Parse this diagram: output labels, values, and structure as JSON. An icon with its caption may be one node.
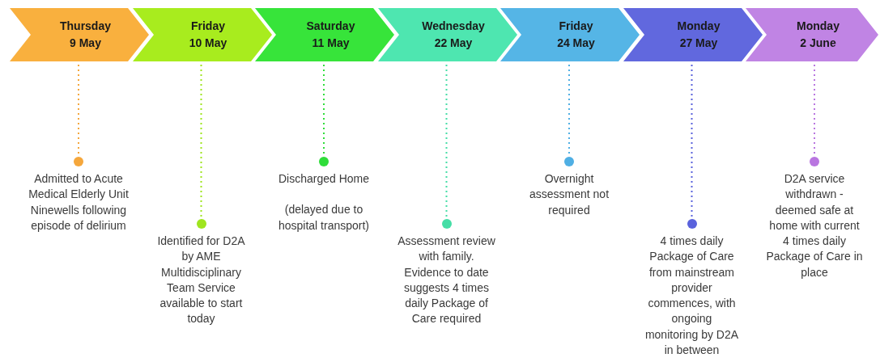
{
  "diagram": {
    "nodes": [
      {
        "text": [
          "Thursday 9 May"
        ]
      },
      {
        "text": [
          "Friday 10 May"
        ]
      },
      {
        "text": [
          "Saturday 11 May"
        ]
      },
      {
        "text": [
          "Wednesday 22 May"
        ]
      },
      {
        "text": [
          "Friday 24 May"
        ]
      },
      {
        "text": [
          "Monday 27 May"
        ]
      },
      {
        "text": [
          "Monday 2 June"
        ]
      },
      {
        "text": [],
        "shape": "circle",
        "beside": [
          "Admitted to Acute Medical Elderly Unit Ninewells following episode of delirium"
        ]
      },
      {
        "text": [],
        "shape": "circle",
        "beside": [
          "Identified for D2A by AME Multidisciplinary Team Service available to start today"
        ]
      },
      {
        "text": [],
        "shape": "circle",
        "beside": [
          "Discharged Home",
          "(delayed due to hospital transport)"
        ]
      },
      {
        "text": [],
        "shape": "circle",
        "beside": [
          "Assessment review with family. Evidence to date suggests 4 times daily Package of Care required"
        ]
      },
      {
        "text": [],
        "shape": "circle",
        "beside": [
          "Overnight assessment not required"
        ]
      },
      {
        "text": [],
        "shape": "circle",
        "beside": [
          "4 times daily Package of Care from mainstream provider commences, with ongoing monitoring by D2A in between"
        ]
      },
      {
        "text": [],
        "shape": "circle",
        "beside": [
          "D2A service withdrawn - deemed safe at home with current 4 times daily Package of Care in place"
        ]
      }
    ],
    "edges": [
      {
        "from": 0,
        "to": 7,
        "arrow": "none",
        "style": "dashed",
        "color": "#f5a73c"
      },
      {
        "from": 1,
        "to": 8,
        "arrow": "none",
        "style": "dashed",
        "color": "#9fe51f"
      },
      {
        "from": 2,
        "to": 9,
        "arrow": "none",
        "style": "dashed",
        "color": "#2fdd3a"
      },
      {
        "from": 3,
        "to": 10,
        "arrow": "none",
        "style": "dashed",
        "color": "#45dea6"
      },
      {
        "from": 4,
        "to": 11,
        "arrow": "none",
        "style": "dashed",
        "color": "#4fafe4"
      },
      {
        "from": 5,
        "to": 12,
        "arrow": "none",
        "style": "dashed",
        "color": "#5a62dc"
      },
      {
        "from": 6,
        "to": 13,
        "arrow": "none",
        "style": "dashed",
        "color": "#b976e0"
      }
    ]
  }
}
